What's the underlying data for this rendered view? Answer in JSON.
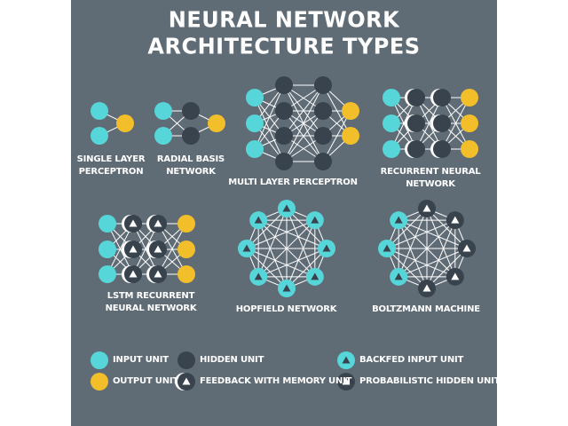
{
  "title": {
    "line1": "NEURAL NETWORK",
    "line2": "ARCHITECTURE TYPES"
  },
  "colors": {
    "background": "#5f6b75",
    "input": "#56d6d8",
    "output": "#f2bf2a",
    "hidden": "#38434d",
    "edge": "#ffffff"
  },
  "networks": [
    {
      "id": "single-layer-perceptron",
      "label_lines": [
        "SINGLE LAYER",
        "PERCEPTRON"
      ],
      "layers": [
        [
          "input",
          "input"
        ],
        [
          "output"
        ]
      ],
      "connection": "layered"
    },
    {
      "id": "radial-basis-network",
      "label_lines": [
        "RADIAL BASIS",
        "NETWORK"
      ],
      "layers": [
        [
          "input",
          "input"
        ],
        [
          "hidden",
          "hidden"
        ],
        [
          "output"
        ]
      ],
      "connection": "layered"
    },
    {
      "id": "multi-layer-perceptron",
      "label_lines": [
        "MULTI LAYER PERCEPTRON"
      ],
      "layers": [
        [
          "input",
          "input",
          "input"
        ],
        [
          "hidden",
          "hidden",
          "hidden",
          "hidden"
        ],
        [
          "hidden",
          "hidden",
          "hidden",
          "hidden"
        ],
        [
          "output",
          "output"
        ]
      ],
      "connection": "layered"
    },
    {
      "id": "recurrent-neural-network",
      "label_lines": [
        "RECURRENT NEURAL",
        "NETWORK"
      ],
      "layers": [
        [
          "input",
          "input",
          "input"
        ],
        [
          "hidden-memory",
          "hidden-memory",
          "hidden-memory"
        ],
        [
          "hidden-memory",
          "hidden-memory",
          "hidden-memory"
        ],
        [
          "output",
          "output",
          "output"
        ]
      ],
      "connection": "layered"
    },
    {
      "id": "lstm-recurrent-neural-network",
      "label_lines": [
        "LSTM RECURRENT",
        "NEURAL NETWORK"
      ],
      "layers": [
        [
          "input",
          "input",
          "input"
        ],
        [
          "memory",
          "memory",
          "memory"
        ],
        [
          "memory",
          "memory",
          "memory"
        ],
        [
          "output",
          "output",
          "output"
        ]
      ],
      "connection": "layered"
    },
    {
      "id": "hopfield-network",
      "label_lines": [
        "HOPFIELD NETWORK"
      ],
      "ring": [
        "backfed-input",
        "backfed-input",
        "backfed-input",
        "backfed-input",
        "backfed-input",
        "backfed-input",
        "backfed-input",
        "backfed-input"
      ],
      "connection": "complete"
    },
    {
      "id": "boltzmann-machine",
      "label_lines": [
        "BOLTZMANN MACHINE"
      ],
      "ring": [
        "probabilistic-hidden",
        "probabilistic-hidden",
        "probabilistic-hidden",
        "probabilistic-hidden",
        "probabilistic-hidden",
        "backfed-input",
        "backfed-input",
        "backfed-input"
      ],
      "connection": "complete"
    }
  ],
  "legend": [
    {
      "id": "input",
      "label": "INPUT UNIT"
    },
    {
      "id": "hidden",
      "label": "HIDDEN UNIT"
    },
    {
      "id": "backfed-input",
      "label": "BACKFED INPUT UNIT"
    },
    {
      "id": "output",
      "label": "OUTPUT UNIT"
    },
    {
      "id": "memory",
      "label": "FEEDBACK WITH MEMORY UNIT"
    },
    {
      "id": "probabilistic-hidden",
      "label": "PROBABILISTIC HIDDEN UNIT"
    }
  ]
}
